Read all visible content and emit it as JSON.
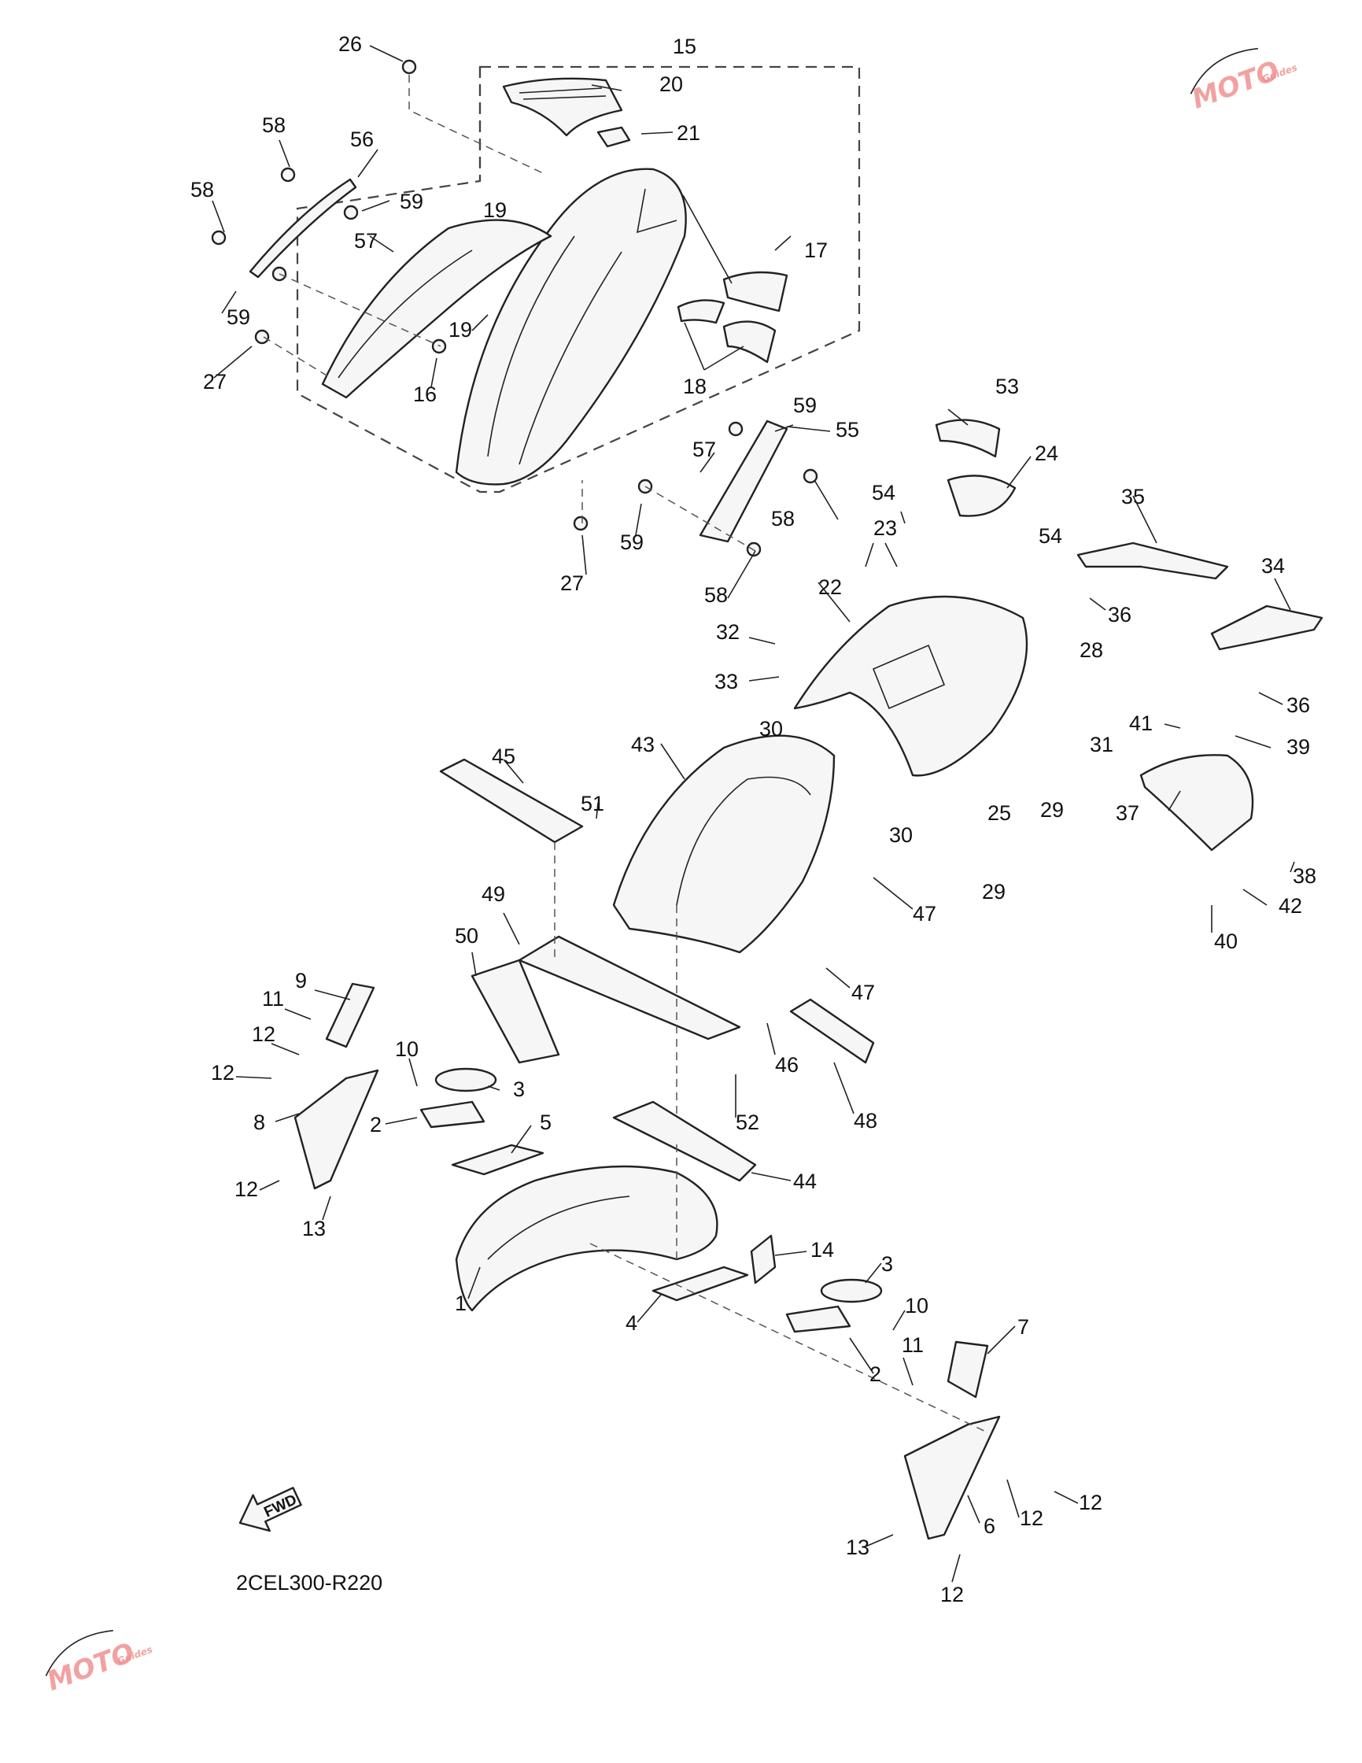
{
  "diagram": {
    "code": "2CEL300-R220",
    "fwd_label": "FWD",
    "watermark": {
      "brand": "MOTO",
      "sub": "Guides"
    },
    "callouts": [
      {
        "id": "c1",
        "label": "1"
      },
      {
        "id": "c2a",
        "label": "2"
      },
      {
        "id": "c2b",
        "label": "2"
      },
      {
        "id": "c3a",
        "label": "3"
      },
      {
        "id": "c3b",
        "label": "3"
      },
      {
        "id": "c4",
        "label": "4"
      },
      {
        "id": "c5",
        "label": "5"
      },
      {
        "id": "c6",
        "label": "6"
      },
      {
        "id": "c7",
        "label": "7"
      },
      {
        "id": "c8",
        "label": "8"
      },
      {
        "id": "c9",
        "label": "9"
      },
      {
        "id": "c10a",
        "label": "10"
      },
      {
        "id": "c10b",
        "label": "10"
      },
      {
        "id": "c11a",
        "label": "11"
      },
      {
        "id": "c11b",
        "label": "11"
      },
      {
        "id": "c12a",
        "label": "12"
      },
      {
        "id": "c12b",
        "label": "12"
      },
      {
        "id": "c12c",
        "label": "12"
      },
      {
        "id": "c12d",
        "label": "12"
      },
      {
        "id": "c12e",
        "label": "12"
      },
      {
        "id": "c12f",
        "label": "12"
      },
      {
        "id": "c13a",
        "label": "13"
      },
      {
        "id": "c13b",
        "label": "13"
      },
      {
        "id": "c14",
        "label": "14"
      },
      {
        "id": "c15",
        "label": "15"
      },
      {
        "id": "c16",
        "label": "16"
      },
      {
        "id": "c17",
        "label": "17"
      },
      {
        "id": "c18",
        "label": "18"
      },
      {
        "id": "c19a",
        "label": "19"
      },
      {
        "id": "c19b",
        "label": "19"
      },
      {
        "id": "c20",
        "label": "20"
      },
      {
        "id": "c21",
        "label": "21"
      },
      {
        "id": "c22",
        "label": "22"
      },
      {
        "id": "c23",
        "label": "23"
      },
      {
        "id": "c24",
        "label": "24"
      },
      {
        "id": "c25",
        "label": "25"
      },
      {
        "id": "c26",
        "label": "26"
      },
      {
        "id": "c27a",
        "label": "27"
      },
      {
        "id": "c27b",
        "label": "27"
      },
      {
        "id": "c28",
        "label": "28"
      },
      {
        "id": "c29a",
        "label": "29"
      },
      {
        "id": "c29b",
        "label": "29"
      },
      {
        "id": "c30a",
        "label": "30"
      },
      {
        "id": "c30b",
        "label": "30"
      },
      {
        "id": "c31",
        "label": "31"
      },
      {
        "id": "c32",
        "label": "32"
      },
      {
        "id": "c33",
        "label": "33"
      },
      {
        "id": "c34",
        "label": "34"
      },
      {
        "id": "c35",
        "label": "35"
      },
      {
        "id": "c36a",
        "label": "36"
      },
      {
        "id": "c36b",
        "label": "36"
      },
      {
        "id": "c37",
        "label": "37"
      },
      {
        "id": "c38",
        "label": "38"
      },
      {
        "id": "c39",
        "label": "39"
      },
      {
        "id": "c40",
        "label": "40"
      },
      {
        "id": "c41",
        "label": "41"
      },
      {
        "id": "c42",
        "label": "42"
      },
      {
        "id": "c43",
        "label": "43"
      },
      {
        "id": "c44",
        "label": "44"
      },
      {
        "id": "c45",
        "label": "45"
      },
      {
        "id": "c46",
        "label": "46"
      },
      {
        "id": "c47a",
        "label": "47"
      },
      {
        "id": "c47b",
        "label": "47"
      },
      {
        "id": "c48",
        "label": "48"
      },
      {
        "id": "c49",
        "label": "49"
      },
      {
        "id": "c50",
        "label": "50"
      },
      {
        "id": "c51",
        "label": "51"
      },
      {
        "id": "c52",
        "label": "52"
      },
      {
        "id": "c53",
        "label": "53"
      },
      {
        "id": "c54a",
        "label": "54"
      },
      {
        "id": "c54b",
        "label": "54"
      },
      {
        "id": "c55",
        "label": "55"
      },
      {
        "id": "c56",
        "label": "56"
      },
      {
        "id": "c57a",
        "label": "57"
      },
      {
        "id": "c57b",
        "label": "57"
      },
      {
        "id": "c58a",
        "label": "58"
      },
      {
        "id": "c58b",
        "label": "58"
      },
      {
        "id": "c58c",
        "label": "58"
      },
      {
        "id": "c58d",
        "label": "58"
      },
      {
        "id": "c59a",
        "label": "59"
      },
      {
        "id": "c59b",
        "label": "59"
      },
      {
        "id": "c59c",
        "label": "59"
      },
      {
        "id": "c59d",
        "label": "59"
      }
    ]
  }
}
